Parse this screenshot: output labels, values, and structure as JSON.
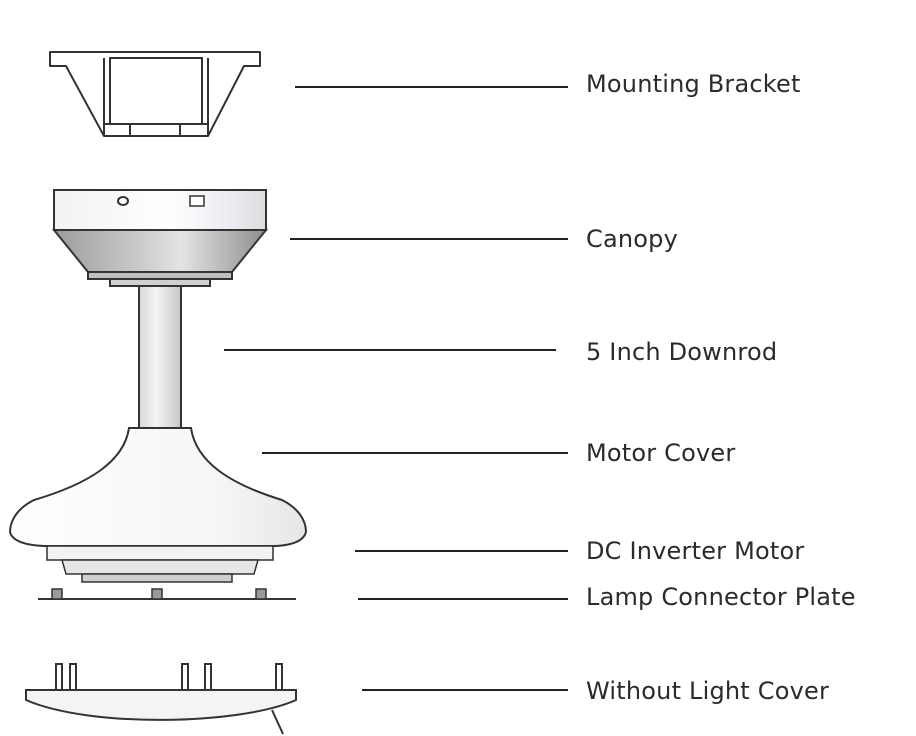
{
  "labels": {
    "mounting_bracket": "Mounting Bracket",
    "canopy": "Canopy",
    "downrod": "5 Inch Downrod",
    "motor_cover": "Motor Cover",
    "dc_motor": "DC Inverter Motor",
    "lamp_plate": "Lamp Connector Plate",
    "light_cover": "Without Light Cover"
  }
}
